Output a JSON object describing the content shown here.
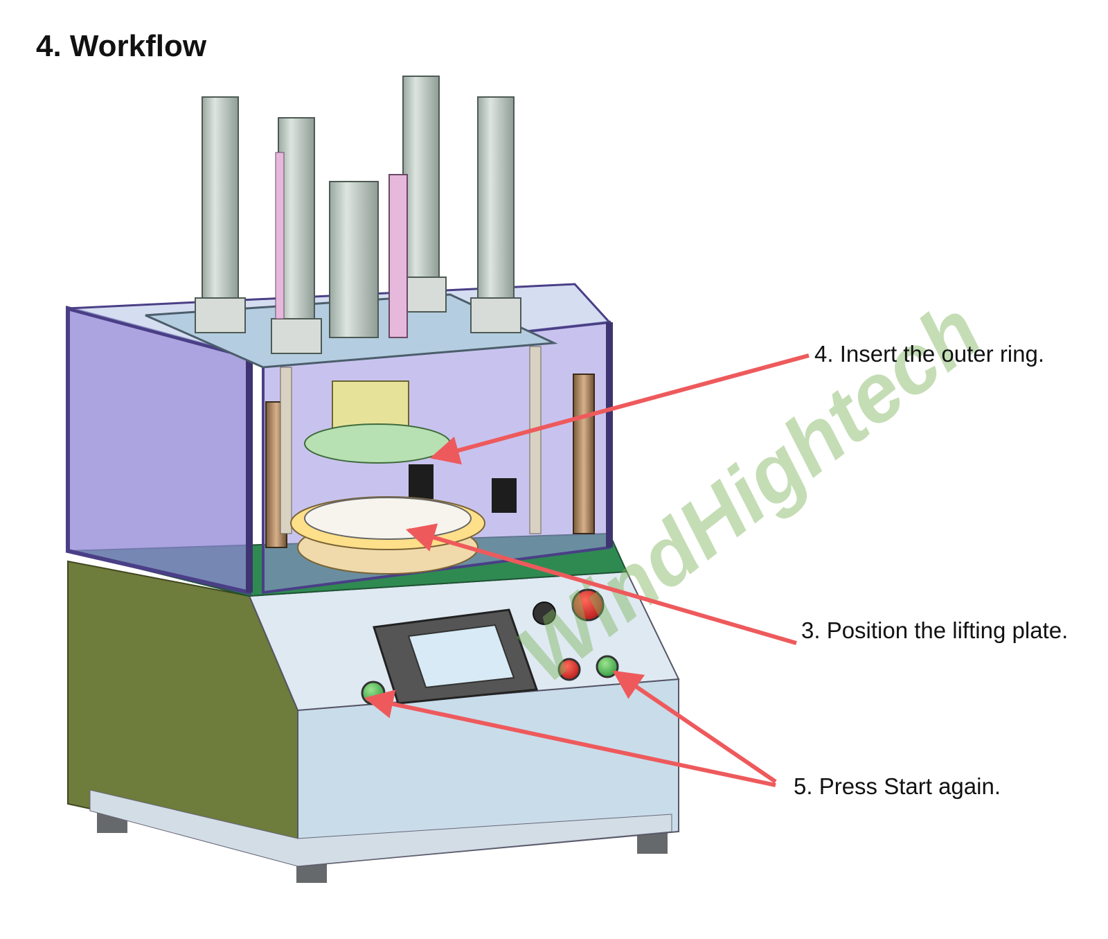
{
  "title": "4. Workflow",
  "callouts": {
    "insert_ring": "4. Insert the outer ring.",
    "position_plate": "3. Position the lifting plate.",
    "press_start": "5. Press Start again."
  },
  "watermark": "WindHightech",
  "colors": {
    "arrow": "#ee5a5c",
    "base_green": "#6e7c3c",
    "frame_purple": "#6b5fa6",
    "cylinder": "#c9d3cd",
    "start_button": "#33b24a",
    "stop_button": "#cc2222"
  },
  "icons": [
    "start-button-icon",
    "stop-button-icon",
    "emergency-stop-icon",
    "mode-selector-icon",
    "touchscreen-icon"
  ]
}
